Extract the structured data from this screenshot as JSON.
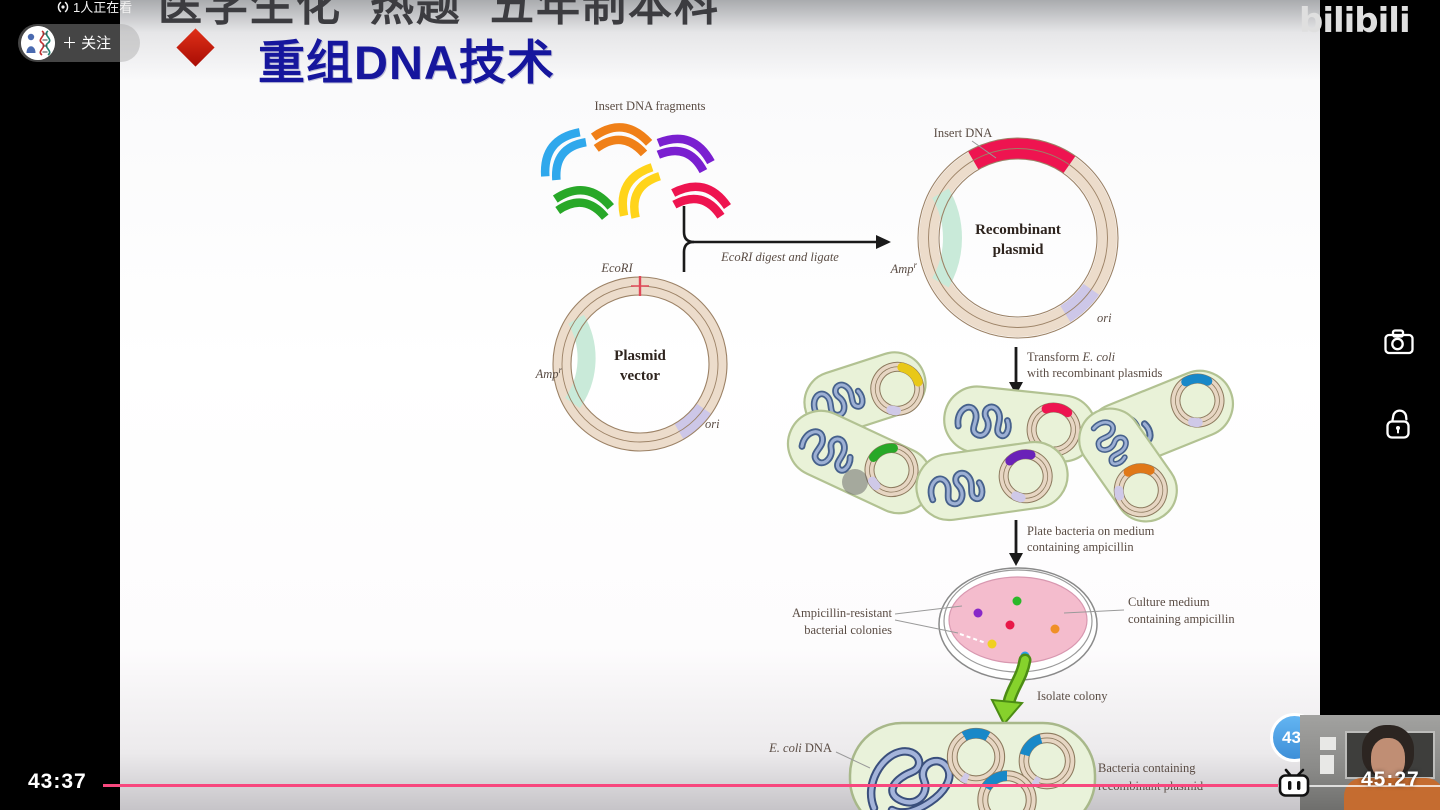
{
  "overlay": {
    "watching": "1人正在看",
    "follow": "＋ 关注",
    "logo": "bilibili",
    "cut_title": {
      "part1": "医学生化",
      "part2": "热题",
      "part3": "五年制本科"
    },
    "current_time": "43:37",
    "duration": "45:27",
    "badge": "43"
  },
  "slide": {
    "title": "重组DNA技术",
    "labels": {
      "insert_fragments": "Insert DNA fragments",
      "digest": "EcoRI digest and ligate",
      "ecoRI": "EcoRI",
      "amp_base": "Amp",
      "amp_sup": "r",
      "ori": "ori",
      "plasmid_vector_1": "Plasmid",
      "plasmid_vector_2": "vector",
      "insert_dna": "Insert DNA",
      "recombinant_1": "Recombinant",
      "recombinant_2": "plasmid",
      "transform_a": "Transform ",
      "transform_b": "E. coli",
      "transform_l2": "with recombinant plasmids",
      "plate_l1": "Plate bacteria on medium",
      "plate_l2": "containing ampicillin",
      "colonies_l1": "Ampicillin-resistant",
      "colonies_l2": "bacterial colonies",
      "medium_l1": "Culture medium",
      "medium_l2": "containing ampicillin",
      "isolate": "Isolate colony",
      "ecoli_dna_a": "E. coli",
      "ecoli_dna_b": " DNA",
      "bottom_l1": "Bacteria containing",
      "bottom_l2": "recombinant plasmid"
    },
    "colors": {
      "fragment_blue": "#2fa8ec",
      "fragment_orange": "#f08018",
      "fragment_purple": "#7a1fd0",
      "fragment_green": "#28a828",
      "fragment_yellow": "#ffd41a",
      "fragment_red": "#ee1450",
      "insert_red": "#ee1450",
      "insert_yellow": "#e8c818",
      "insert_green": "#28a828",
      "insert_purple": "#6a22b8",
      "insert_blue": "#1888c8",
      "insert_orange": "#e07818",
      "colony_green": "#2ab82a",
      "colony_purple": "#8828c8",
      "colony_red": "#e81848",
      "colony_orange": "#f09028",
      "colony_yellow": "#f0d020",
      "colony_blue": "#28a0e8"
    }
  }
}
